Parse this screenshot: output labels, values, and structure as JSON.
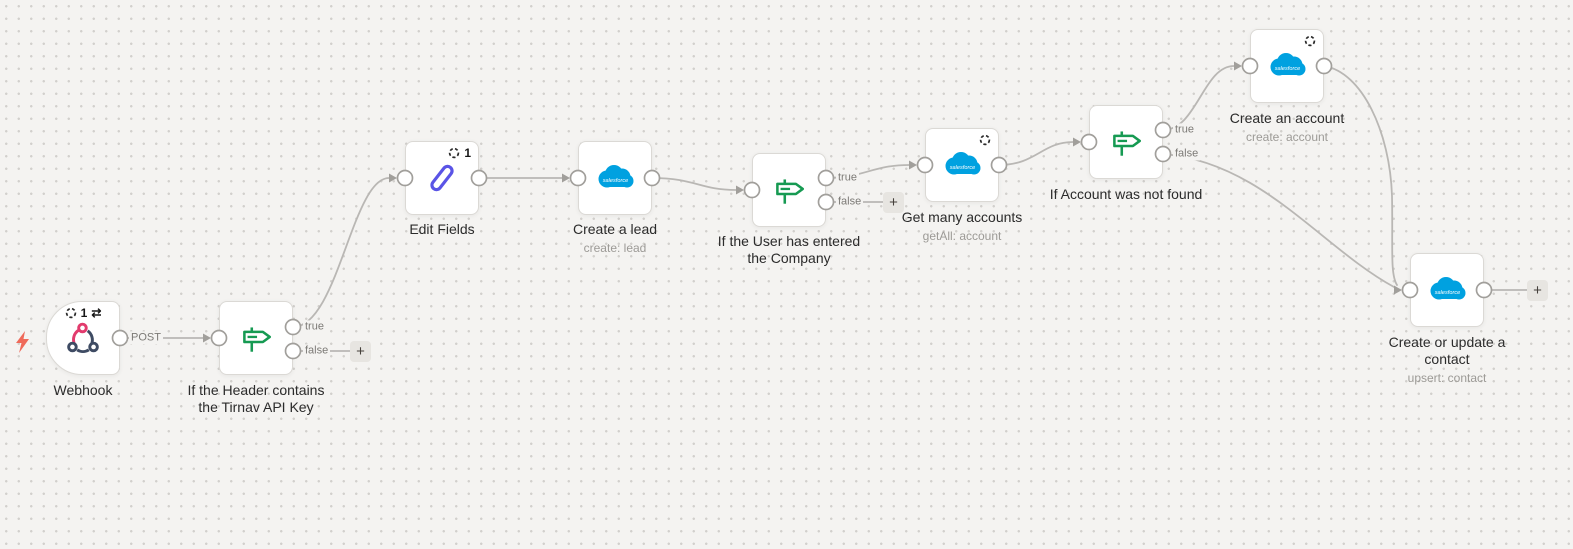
{
  "canvas": {
    "background_color": "#f4f3f1",
    "dot_color": "#d2d0cd",
    "edge_color": "#b9b7b4"
  },
  "brand_colors": {
    "salesforce_blue": "#00a1e0",
    "if_green": "#169a52",
    "edit_purple": "#5a54e6",
    "webhook_slate": "#3e4b63",
    "webhook_pink": "#e23b6d",
    "trigger_bolt": "#ef6a5a"
  },
  "nodes": [
    {
      "id": "webhook",
      "label": "Webhook",
      "run_count": "1"
    },
    {
      "id": "if-header-contains-api-key",
      "label": "If the Header contains the Tirnav API Key"
    },
    {
      "id": "edit-fields",
      "label": "Edit Fields",
      "run_count": "1"
    },
    {
      "id": "create-a-lead",
      "label": "Create a lead",
      "subtitle": "create: lead"
    },
    {
      "id": "if-user-entered-company",
      "label": "If the User has entered the Company"
    },
    {
      "id": "get-many-accounts",
      "label": "Get many accounts",
      "subtitle": "getAll: account"
    },
    {
      "id": "if-account-not-found",
      "label": "If Account was not found"
    },
    {
      "id": "create-an-account",
      "label": "Create an account",
      "subtitle": "create: account"
    },
    {
      "id": "create-or-update-contact",
      "label": "Create or update a contact",
      "subtitle": "upsert: contact"
    }
  ],
  "port_labels": {
    "webhook_method": "POST",
    "branch_true": "true",
    "branch_false": "false"
  },
  "add_node_button": "+"
}
